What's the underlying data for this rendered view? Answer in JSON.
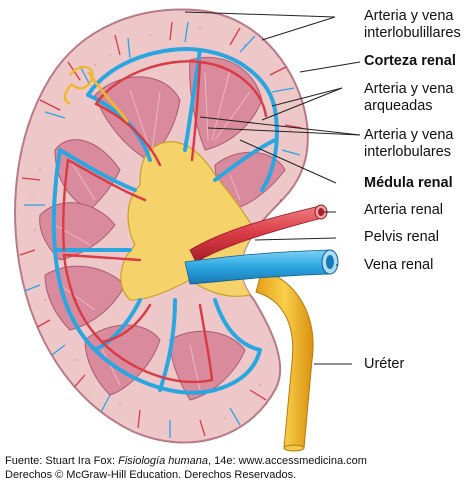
{
  "labels": {
    "arteria_vena_interlobulillares": [
      "Arteria y vena",
      "interlobulillares"
    ],
    "corteza_renal": "Corteza renal",
    "arteria_vena_arqueadas": [
      "Arteria y vena",
      "arqueadas"
    ],
    "arteria_vena_interlobulares": [
      "Arteria y vena",
      "interlobulares"
    ],
    "medula_renal": "Médula renal",
    "arteria_renal": "Arteria renal",
    "pelvis_renal": "Pelvis renal",
    "vena_renal": "Vena renal",
    "ureter": "Uréter"
  },
  "caption": {
    "prefix": "Fuente: Stuart Ira Fox: ",
    "book": "Fisiología humana",
    "suffix": ", 14e: www.accessmedicina.com",
    "rights": "Derechos © McGraw-Hill Education. Derechos Reservados."
  },
  "colors": {
    "cortex": "#eec7c9",
    "pyramid": "#d98a9c",
    "pelvis": "#f6d36a",
    "artery": "#d93a44",
    "vein": "#2aa6e0",
    "ureter": "#f2b82d"
  }
}
